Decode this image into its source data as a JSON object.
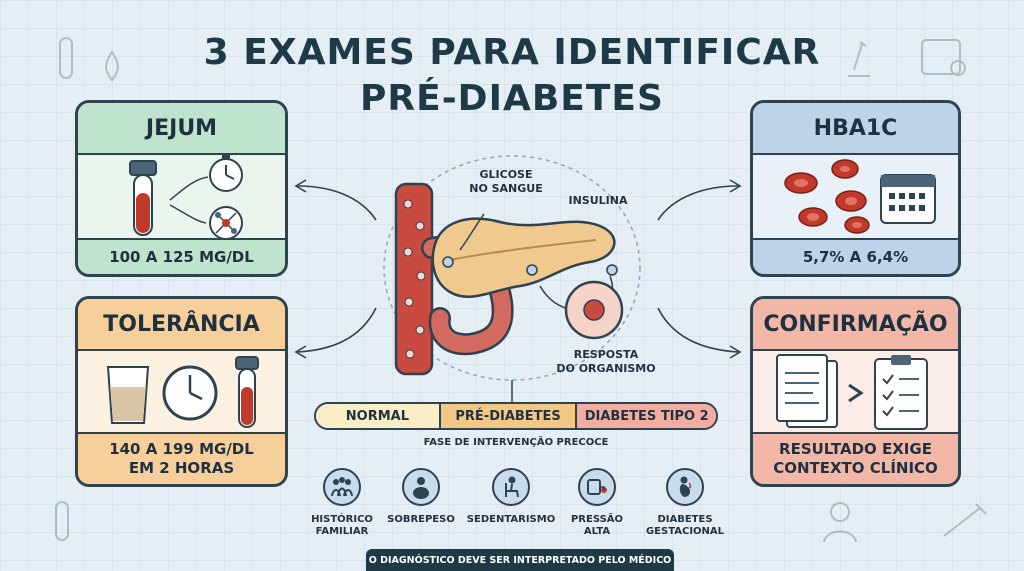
{
  "title_line1": "3 EXAMES PARA IDENTIFICAR",
  "title_line2": "PRÉ-DIABETES",
  "cards": {
    "jejum": {
      "title": "JEJUM",
      "value": "100 A 125 MG/DL"
    },
    "tolerancia": {
      "title": "TOLERÂNCIA",
      "value_line1": "140 A 199 MG/DL",
      "value_line2": "EM 2 HORAS"
    },
    "hba1c": {
      "title": "HBA1C",
      "value": "5,7% A 6,4%"
    },
    "confirmacao": {
      "title": "CONFIRMAÇÃO",
      "value_line1": "RESULTADO EXIGE",
      "value_line2": "CONTEXTO CLÍNICO"
    }
  },
  "center_labels": {
    "glicose_line1": "GLICOSE",
    "glicose_line2": "NO SANGUE",
    "insulina": "INSULINA",
    "resposta_line1": "RESPOSTA",
    "resposta_line2": "DO ORGANISMO"
  },
  "phases": [
    "NORMAL",
    "PRÉ-DIABETES",
    "DIABETES TIPO 2"
  ],
  "phase_caption": "FASE DE INTERVENÇÃO PRECOCE",
  "risk_factors": [
    {
      "line1": "HISTÓRICO",
      "line2": "FAMILIAR",
      "icon": "family-icon"
    },
    {
      "line1": "SOBREPESO",
      "line2": "",
      "icon": "person-icon"
    },
    {
      "line1": "SEDENTARISMO",
      "line2": "",
      "icon": "chair-icon"
    },
    {
      "line1": "PRESSÃO",
      "line2": "ALTA",
      "icon": "blood-pressure-icon"
    },
    {
      "line1": "DIABETES",
      "line2": "GESTACIONAL",
      "icon": "pregnancy-icon"
    }
  ],
  "footer": "O DIAGNÓSTICO DEVE SER INTERPRETADO PELO MÉDICO",
  "colors": {
    "jejum": "#bfe3cc",
    "tolerancia": "#f6cf9a",
    "hba1c": "#bcd3ea",
    "confirmacao": "#f3b7a8",
    "normal": "#f8edc4",
    "prediabetes": "#f3c784",
    "diabetes": "#f2ada0",
    "dark": "#1e3a46"
  }
}
